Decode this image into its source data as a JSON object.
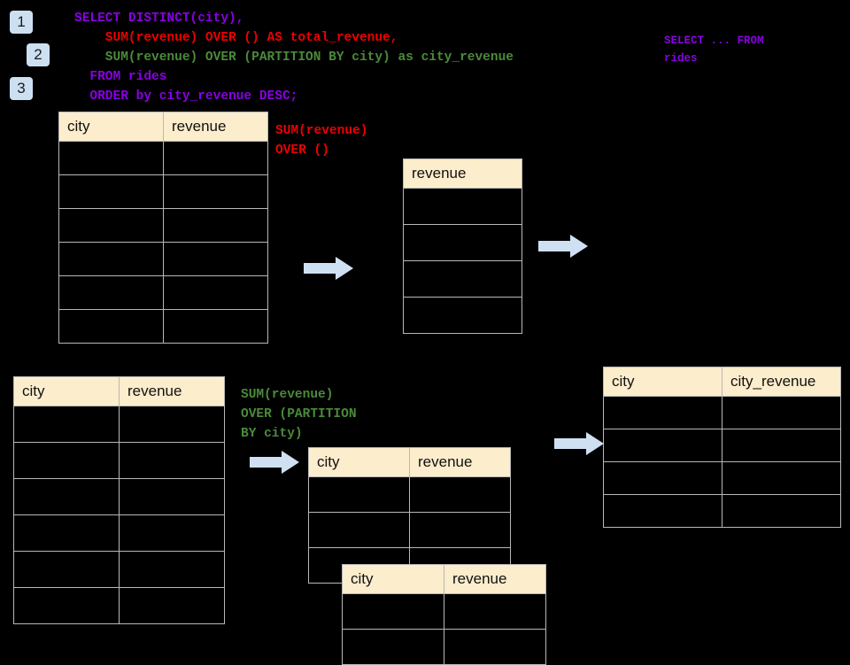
{
  "badges": [
    {
      "id": "1",
      "label": "1"
    },
    {
      "id": "2",
      "label": "2"
    },
    {
      "id": "3",
      "label": "3"
    }
  ],
  "sql": {
    "line1": "SELECT DISTINCT(city),",
    "line2": "    SUM(revenue) OVER () AS total_revenue,",
    "line3": "    SUM(revenue) OVER (PARTITION BY city) as city_revenue",
    "line4": "  FROM rides",
    "line5": "  ORDER by city_revenue DESC;",
    "side_note_line1": "SELECT ... FROM",
    "side_note_line2": "rides"
  },
  "annotations": {
    "over_empty": "SUM(revenue)\nOVER ()",
    "partition_by_city": "SUM(revenue)\nOVER (PARTITION\nBY city)"
  },
  "tables": {
    "rides_source": {
      "headers": [
        "city",
        "revenue"
      ],
      "row_count": 6,
      "rows": [
        [
          "",
          ""
        ],
        [
          "",
          ""
        ],
        [
          "",
          ""
        ],
        [
          "",
          ""
        ],
        [
          "",
          ""
        ],
        [
          "",
          ""
        ]
      ]
    },
    "total_revenue": {
      "headers": [
        "revenue"
      ],
      "row_count": 4,
      "rows": [
        [
          ""
        ],
        [
          ""
        ],
        [
          ""
        ],
        [
          ""
        ]
      ]
    },
    "rides_source_2": {
      "headers": [
        "city",
        "revenue"
      ],
      "row_count": 6,
      "rows": [
        [
          "",
          ""
        ],
        [
          "",
          ""
        ],
        [
          "",
          ""
        ],
        [
          "",
          ""
        ],
        [
          "",
          ""
        ],
        [
          "",
          ""
        ]
      ]
    },
    "partition_a": {
      "headers": [
        "city",
        "revenue"
      ],
      "row_count": 3,
      "rows": [
        [
          "",
          ""
        ],
        [
          "",
          ""
        ],
        [
          "",
          ""
        ]
      ]
    },
    "partition_b": {
      "headers": [
        "city",
        "revenue"
      ],
      "row_count": 2,
      "rows": [
        [
          "",
          ""
        ],
        [
          "",
          ""
        ]
      ]
    },
    "final_result": {
      "headers": [
        "city",
        "city_revenue"
      ],
      "row_count": 4,
      "rows": [
        [
          "",
          ""
        ],
        [
          "",
          ""
        ],
        [
          "",
          ""
        ],
        [
          "",
          ""
        ]
      ]
    }
  },
  "colors": {
    "background": "#000000",
    "header_fill": "#fcedcc",
    "grid_line": "#b8b8b8",
    "badge_fill": "#cde0f2",
    "arrow_fill": "#cfe0f2",
    "sql_keyword": "#8a00e6",
    "sql_over_empty": "#ee0000",
    "sql_partition": "#4a8a3a"
  },
  "arrows": [
    {
      "name": "arrow-to-total-revenue"
    },
    {
      "name": "arrow-total-revenue-out"
    },
    {
      "name": "arrow-to-partitions"
    },
    {
      "name": "arrow-to-final-result"
    }
  ]
}
